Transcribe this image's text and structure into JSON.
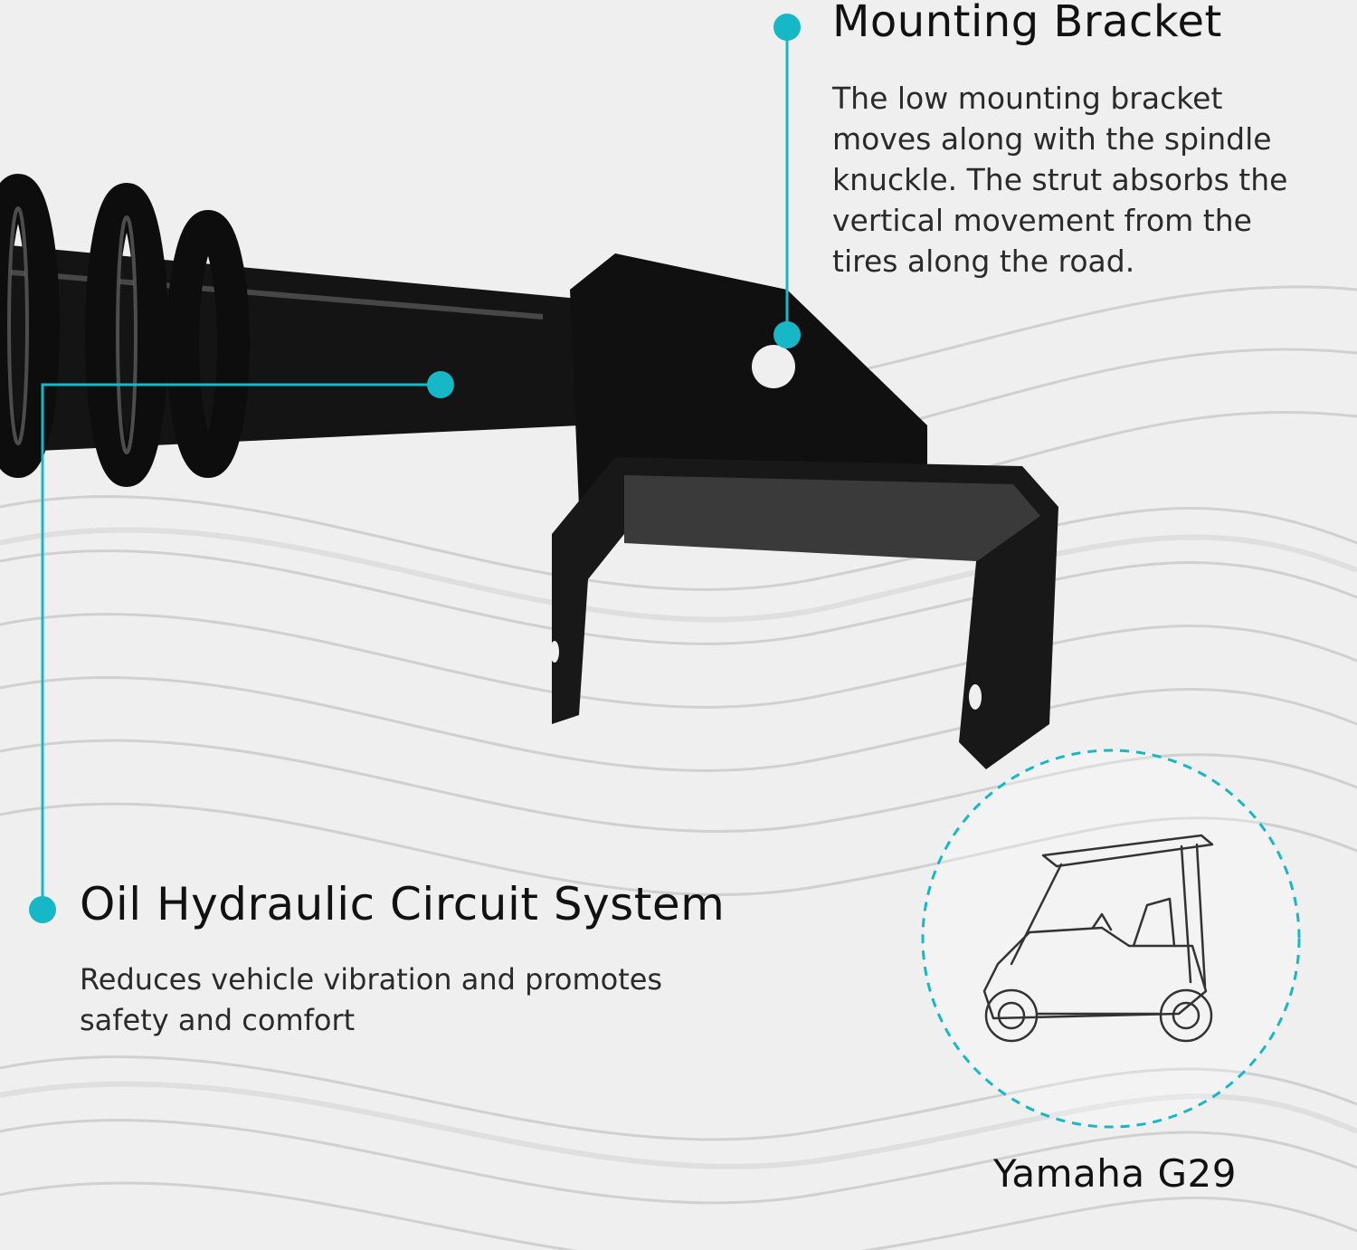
{
  "mounting_bracket": {
    "title": "Mounting Bracket",
    "description": "The low mounting bracket moves along with the spindle knuckle. The strut absorbs the vertical movement from the tires along the road."
  },
  "hydraulic": {
    "title": "Oil Hydraulic Circuit System",
    "description": "Reduces vehicle vibration and promotes safety and comfort"
  },
  "model": {
    "label": "Yamaha G29",
    "icon": "golf-cart-icon"
  },
  "colors": {
    "accent": "#16b8c8",
    "part": "#111111",
    "background": "#efefef"
  }
}
